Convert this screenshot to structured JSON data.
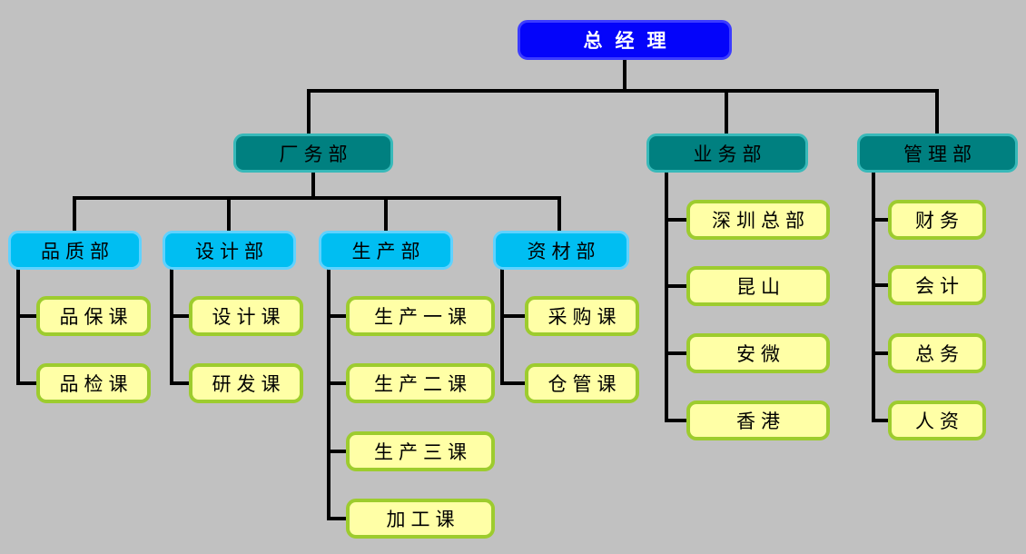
{
  "diagram": {
    "type": "org-chart",
    "colors": {
      "background": "#C1C1C1",
      "root_fill": "#0404FA",
      "root_border": "#3B3BFF",
      "root_text": "#FFFFFF",
      "dept_fill": "#008080",
      "dept_border": "#38B9B9",
      "section_fill": "#00BEF2",
      "section_border": "#5FD2FF",
      "team_fill": "#FFFFA6",
      "team_border": "#9DCC2E",
      "connector_line": "#000000"
    }
  },
  "nodes": {
    "ceo": "总经理",
    "factory": "厂务部",
    "business": "业务部",
    "admin": "管理部",
    "quality": "品质部",
    "design": "设计部",
    "production": "生产部",
    "materials": "资材部",
    "q1": "品保课",
    "q2": "品检课",
    "d1": "设计课",
    "d2": "研发课",
    "p1": "生产一课",
    "p2": "生产二课",
    "p3": "生产三课",
    "p4": "加工课",
    "m1": "采购课",
    "m2": "仓管课",
    "b1": "深圳总部",
    "b2": "昆山",
    "b3": "安微",
    "b4": "香港",
    "a1": "财务",
    "a2": "会计",
    "a3": "总务",
    "a4": "人资"
  },
  "hierarchy": {
    "总经理": [
      "厂务部",
      "业务部",
      "管理部"
    ],
    "厂务部": [
      "品质部",
      "设计部",
      "生产部",
      "资材部"
    ],
    "品质部": [
      "品保课",
      "品检课"
    ],
    "设计部": [
      "设计课",
      "研发课"
    ],
    "生产部": [
      "生产一课",
      "生产二课",
      "生产三课",
      "加工课"
    ],
    "资材部": [
      "采购课",
      "仓管课"
    ],
    "业务部": [
      "深圳总部",
      "昆山",
      "安微",
      "香港"
    ],
    "管理部": [
      "财务",
      "会计",
      "总务",
      "人资"
    ]
  }
}
